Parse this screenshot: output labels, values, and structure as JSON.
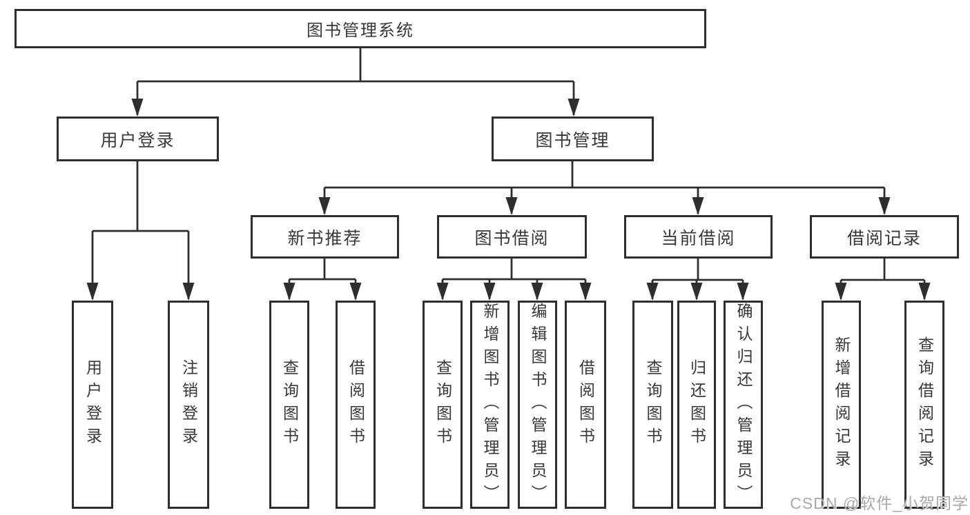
{
  "diagram": {
    "title": "图书管理系统",
    "level2": {
      "user_login": "用户登录",
      "book_mgmt": "图书管理"
    },
    "level3": {
      "new_book": "新书推荐",
      "borrow": "图书借阅",
      "current": "当前借阅",
      "history": "借阅记录"
    },
    "leaves": {
      "user_login_leaf": "用户登录",
      "logout": "注销登录",
      "nb_query": "查询图书",
      "nb_borrow": "借阅图书",
      "bw_query": "查询图书",
      "bw_add": "新增图书（管理员）",
      "bw_edit": "编辑图书（管理员）",
      "bw_borrow": "借阅图书",
      "cur_query": "查询图书",
      "cur_return": "归还图书",
      "cur_confirm": "确认归还（管理员）",
      "his_add": "新增借阅记录",
      "his_query": "查询借阅记录"
    }
  },
  "watermark": "CSDN @软件_小贺同学",
  "colors": {
    "line": "#2e2e2e",
    "text": "#383838",
    "watermark": "#a9a9a9",
    "background": "#ffffff"
  }
}
